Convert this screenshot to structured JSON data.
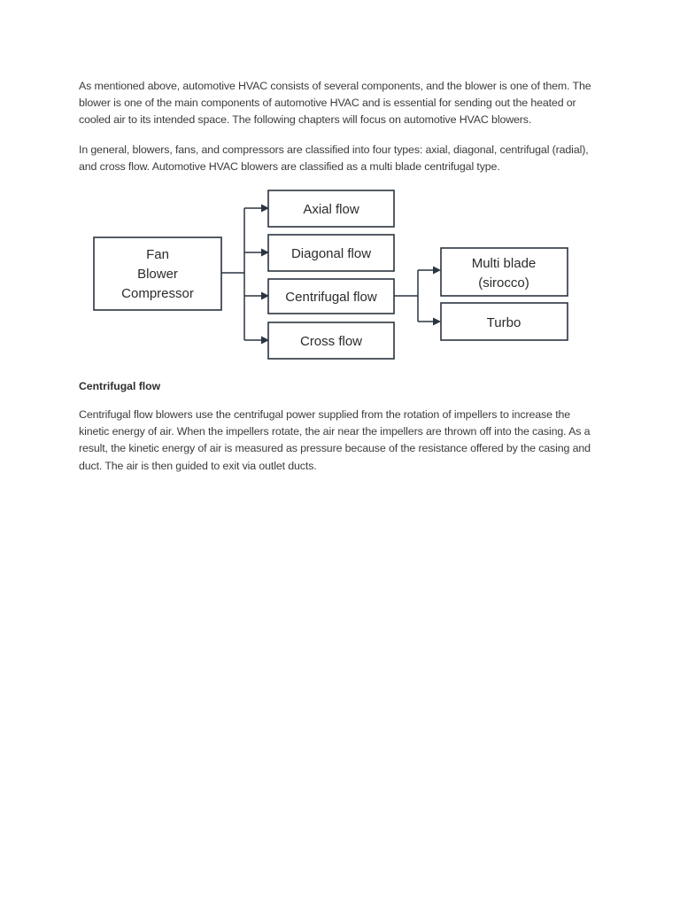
{
  "document": {
    "paragraphs": [
      "As mentioned above, automotive HVAC consists of several components, and the blower is one of them. The blower is one of the main components of automotive HVAC and is essential for sending out the heated or cooled air to its intended space. The following chapters will focus on automotive HVAC blowers.",
      "In general, blowers, fans, and compressors are classified into four types: axial, diagonal, centrifugal (radial), and cross flow. Automotive HVAC blowers are classified as a multi blade centrifugal type."
    ],
    "heading": "Centrifugal flow",
    "closing_paragraph": "Centrifugal flow blowers use the centrifugal power supplied from the rotation of impellers to increase the kinetic energy of air. When the impellers rotate, the air near the impellers are thrown off into the casing. As a result, the kinetic energy of air is measured as pressure because of the resistance offered by the casing and duct. The air is then guided to exit via outlet ducts.",
    "text_color": "#3b3b3b",
    "heading_color": "#2e2e2e",
    "background_color": "#ffffff"
  },
  "diagram": {
    "type": "flowchart",
    "stroke_color": "#2b3440",
    "fill_color": "#ffffff",
    "label_color": "#2b2b2b",
    "root": {
      "name": "fan-blower-compressor",
      "lines": [
        "Fan",
        "Blower",
        "Compressor"
      ]
    },
    "branches": [
      {
        "name": "axial-flow",
        "label": "Axial flow"
      },
      {
        "name": "diagonal-flow",
        "label": "Diagonal flow"
      },
      {
        "name": "centrifugal-flow",
        "label": "Centrifugal flow"
      },
      {
        "name": "cross-flow",
        "label": "Cross flow"
      }
    ],
    "sub_branches": [
      {
        "name": "multi-blade-sirocco",
        "lines": [
          "Multi blade",
          "(sirocco)"
        ]
      },
      {
        "name": "turbo",
        "lines": [
          "Turbo"
        ]
      }
    ]
  }
}
